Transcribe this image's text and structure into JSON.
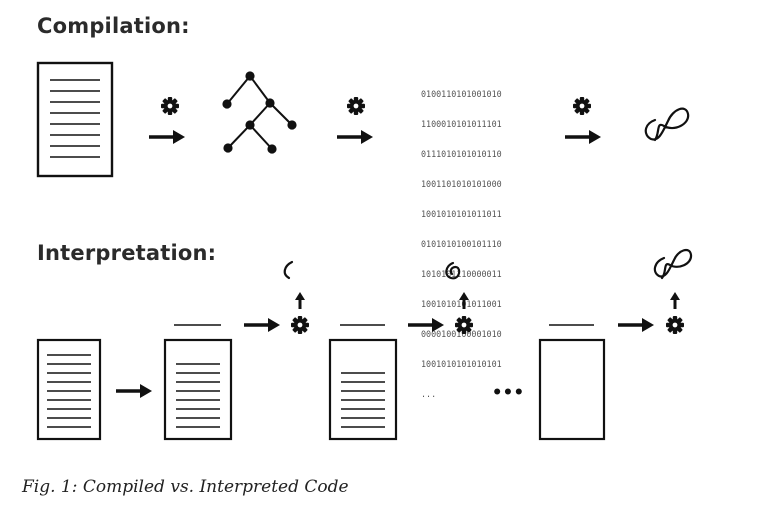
{
  "headings": {
    "compilation": "Compilation:",
    "interpretation": "Interpretation:"
  },
  "binary_lines": [
    "0100110101001010",
    "1100010101011101",
    "0111010101010110",
    "1001101010101000",
    "1001010101011011",
    "0101010100101110",
    "1010101110000011",
    "1001010101011001",
    "0000100100001010",
    "1001010101010101",
    "..."
  ],
  "ellipsis": "•••",
  "caption": "Fig. 1: Compiled vs. Interpreted Code",
  "icons": {
    "gear": "gear-icon",
    "arrow": "arrow-icon",
    "document": "document-icon",
    "tree": "syntax-tree-icon",
    "squiggle": "output-squiggle-icon"
  },
  "colors": {
    "ink": "#111111",
    "heading": "#2b2b2b",
    "binary": "#555555"
  }
}
